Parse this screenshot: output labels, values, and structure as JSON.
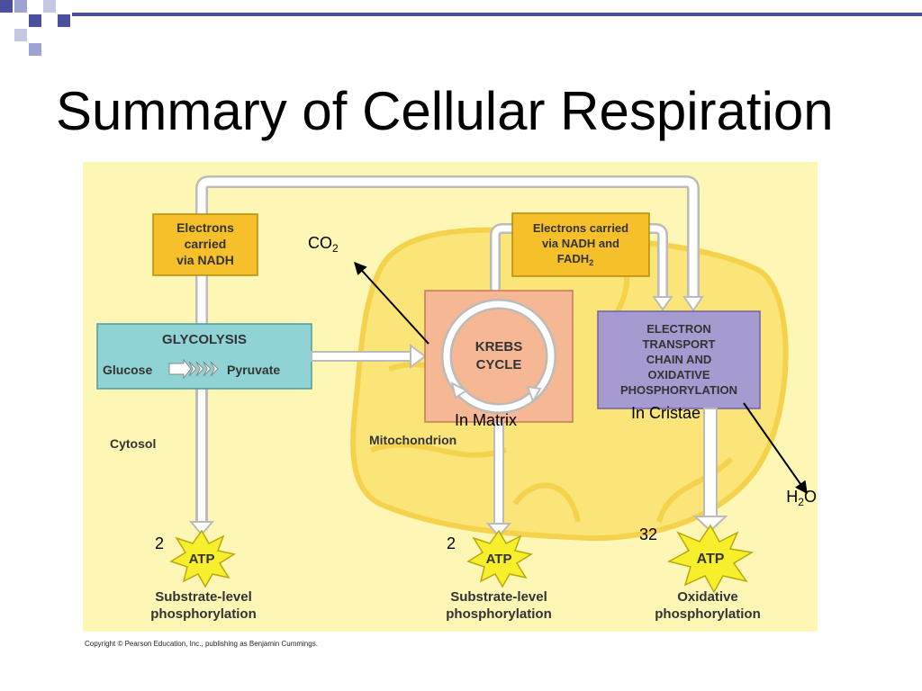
{
  "slide": {
    "title": "Summary of Cellular Respiration",
    "copyright": "Copyright © Pearson Education, Inc., publishing as Benjamin Cummings."
  },
  "diagram": {
    "electrons_nadh": [
      "Electrons",
      "carried",
      "via NADH"
    ],
    "electrons_nadh_fadh": [
      "Electrons carried",
      "via NADH and",
      "FADH"
    ],
    "fadh_sub": "2",
    "glycolysis": {
      "title": "GLYCOLYSIS",
      "left": "Glucose",
      "right": "Pyruvate"
    },
    "krebs": [
      "KREBS",
      "CYCLE"
    ],
    "etc": [
      "ELECTRON",
      "TRANSPORT",
      "CHAIN AND",
      "OXIDATIVE",
      "PHOSPHORYLATION"
    ],
    "cytosol": "Cytosol",
    "mitochondrion": "Mitochondrion",
    "in_matrix": "In Matrix",
    "in_cristae": "In Cristae",
    "co2": {
      "main": "CO",
      "sub": "2"
    },
    "h2o": {
      "h": "H",
      "sub": "2",
      "o": "O"
    },
    "atp_label": "ATP",
    "atp_counts": [
      "2",
      "2",
      "32"
    ],
    "bottom_labels": [
      [
        "Substrate-level",
        "phosphorylation"
      ],
      [
        "Substrate-level",
        "phosphorylation"
      ],
      [
        "Oxidative",
        "phosphorylation"
      ]
    ],
    "colors": {
      "background": "#fdf6b4",
      "mitochondrion": "#fbe579",
      "nadh_box": "#f5c02a",
      "glycolysis_box": "#8fd3d4",
      "krebs_box": "#f6b795",
      "etc_box": "#a59bd0",
      "atp_star": "#f7ef2c",
      "deco": "#4a4f9e"
    }
  }
}
